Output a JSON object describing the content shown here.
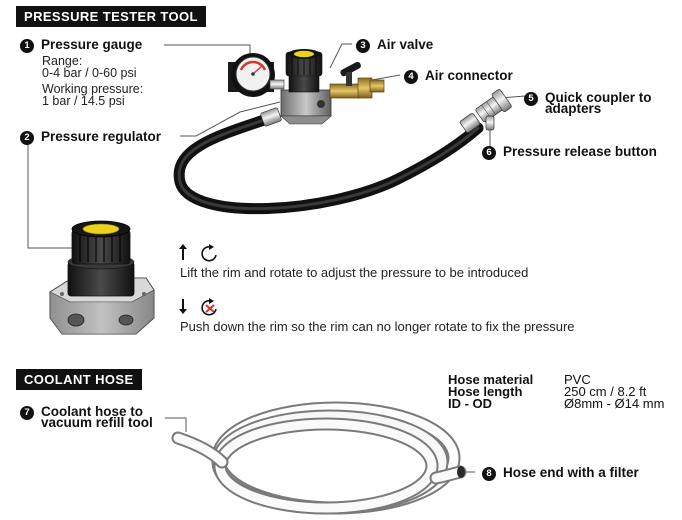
{
  "sections": {
    "tester": "PRESSURE TESTER TOOL",
    "hose": "COOLANT HOSE"
  },
  "callouts": [
    {
      "num": "1",
      "label": "Pressure gauge"
    },
    {
      "num": "2",
      "label": "Pressure regulator"
    },
    {
      "num": "3",
      "label": "Air valve"
    },
    {
      "num": "4",
      "label": "Air connector"
    },
    {
      "num": "5",
      "label": "Quick coupler to",
      "label2": "adapters"
    },
    {
      "num": "6",
      "label": "Pressure release button"
    },
    {
      "num": "7",
      "label": "Coolant hose to",
      "label2": "vacuum refill tool"
    },
    {
      "num": "8",
      "label": "Hose end with a filter"
    }
  ],
  "gauge_specs": {
    "range_title": "Range:",
    "range_value": "0-4 bar / 0-60 psi",
    "working_title": "Working pressure:",
    "working_value": "1 bar / 14.5 psi"
  },
  "instructions": {
    "lift": "Lift the rim and rotate to adjust the pressure to be introduced",
    "push": "Push down the rim so the rim can no longer rotate to fix the pressure"
  },
  "hose_specs": [
    {
      "key": "Hose material",
      "value": "PVC"
    },
    {
      "key": "Hose length",
      "value": "250 cm / 8.2 ft"
    },
    {
      "key": "ID - OD",
      "value": "Ø8mm - Ø14 mm"
    }
  ],
  "icons": {
    "up": "arrow-up-icon",
    "down": "arrow-down-icon",
    "rotate": "rotate-icon",
    "no_rotate": "no-rotate-icon"
  },
  "colors": {
    "knob_yellow": "#e8d21c",
    "brass": "#c9a24a",
    "hose_black": "#2a2a2a",
    "cross_red": "#d33a2c"
  }
}
